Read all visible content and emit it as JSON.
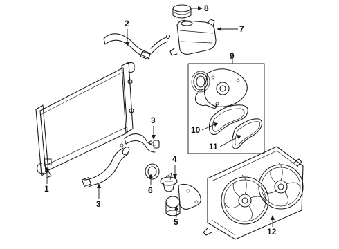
{
  "diagram": {
    "callouts": [
      {
        "id": "c1",
        "text": "1"
      },
      {
        "id": "c2",
        "text": "2"
      },
      {
        "id": "c3a",
        "text": "3"
      },
      {
        "id": "c3b",
        "text": "3"
      },
      {
        "id": "c4",
        "text": "4"
      },
      {
        "id": "c5",
        "text": "5"
      },
      {
        "id": "c6",
        "text": "6"
      },
      {
        "id": "c7",
        "text": "7"
      },
      {
        "id": "c8",
        "text": "8"
      },
      {
        "id": "c9",
        "text": "9"
      },
      {
        "id": "c10",
        "text": "10"
      },
      {
        "id": "c11",
        "text": "11"
      },
      {
        "id": "c12",
        "text": "12"
      }
    ]
  }
}
